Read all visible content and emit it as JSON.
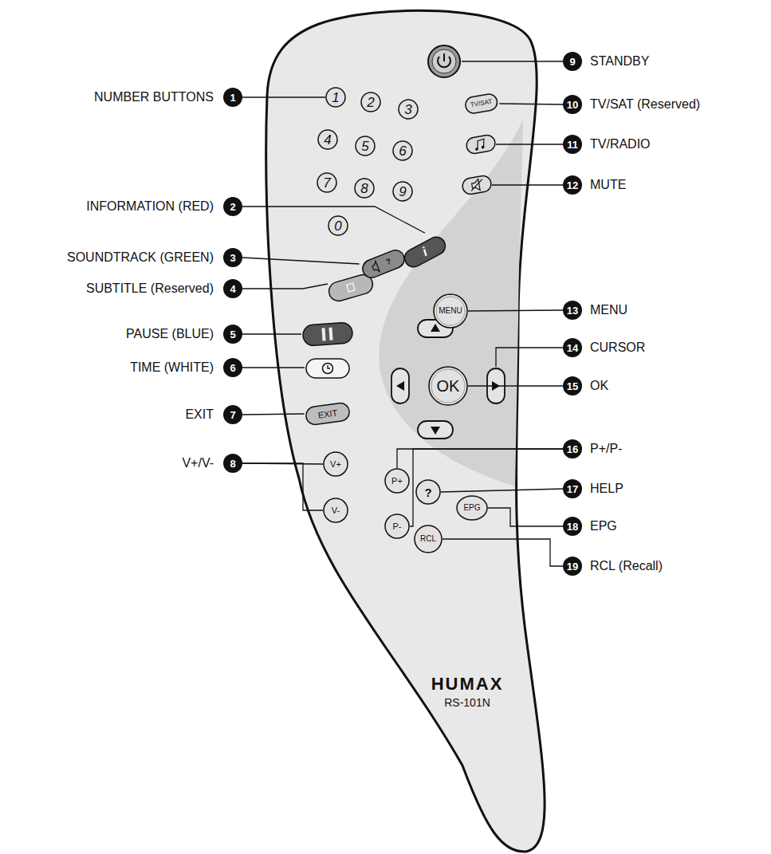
{
  "diagram": {
    "nodes": [
      {
        "text": [
          "1"
        ]
      },
      {
        "text": [
          "2"
        ]
      },
      {
        "text": [
          "3"
        ]
      },
      {
        "text": [
          "4"
        ]
      },
      {
        "text": [
          "5"
        ]
      },
      {
        "text": [
          "6"
        ]
      },
      {
        "text": [
          "7"
        ]
      },
      {
        "text": [
          "8"
        ]
      },
      {
        "text": [
          "9"
        ]
      },
      {
        "text": [
          "10"
        ]
      },
      {
        "text": [
          "11"
        ]
      },
      {
        "text": [
          "12"
        ]
      },
      {
        "text": [
          "13"
        ]
      },
      {
        "text": [
          "14"
        ]
      },
      {
        "text": [
          "15"
        ]
      },
      {
        "text": [
          "16"
        ]
      },
      {
        "text": [
          "17"
        ]
      },
      {
        "text": [
          "18"
        ]
      },
      {
        "text": [
          "19"
        ]
      },
      {
        "text": [
          "1"
        ]
      },
      {
        "text": [
          "2"
        ]
      },
      {
        "text": [
          "3"
        ]
      },
      {
        "text": [
          "4"
        ]
      },
      {
        "text": [
          "5"
        ]
      },
      {
        "text": [
          "6"
        ]
      },
      {
        "text": [
          "7"
        ]
      },
      {
        "text": [
          "8"
        ]
      },
      {
        "text": [
          "9"
        ]
      },
      {
        "text": [
          "0"
        ]
      },
      {
        "text": [
          "TV/SAT"
        ]
      },
      {
        "text": [
          "i"
        ]
      },
      {
        "text": [
          "?"
        ]
      },
      {
        "text": [
          "MENU"
        ]
      },
      {
        "text": [
          "OK"
        ]
      },
      {
        "text": [
          "EXIT"
        ]
      },
      {
        "text": [
          "V+"
        ]
      },
      {
        "text": [
          "V-"
        ]
      },
      {
        "text": [
          "P+"
        ]
      },
      {
        "text": [
          "P-"
        ]
      },
      {
        "text": [
          "?"
        ]
      },
      {
        "text": [
          "EPG"
        ]
      },
      {
        "text": [
          "RCL"
        ]
      }
    ],
    "edges": [
      {
        "from": 0,
        "to": 19,
        "arrow": "none"
      },
      {
        "from": 1,
        "to": 30,
        "arrow": "none"
      },
      {
        "from": 2,
        "to": 31,
        "arrow": "none"
      },
      {
        "from": 6,
        "to": 34,
        "arrow": "none"
      },
      {
        "from": 7,
        "to": 35,
        "arrow": "none"
      },
      {
        "from": 7,
        "to": 36,
        "arrow": "none"
      },
      {
        "from": 9,
        "to": 29,
        "arrow": "none"
      },
      {
        "from": 12,
        "to": 32,
        "arrow": "none"
      },
      {
        "from": 14,
        "to": 33,
        "arrow": "none"
      },
      {
        "from": 15,
        "to": 37,
        "arrow": "none"
      },
      {
        "from": 15,
        "to": 38,
        "arrow": "none"
      },
      {
        "from": 16,
        "to": 39,
        "arrow": "none"
      },
      {
        "from": 17,
        "to": 40,
        "arrow": "none"
      },
      {
        "from": 18,
        "to": 41,
        "arrow": "none"
      }
    ],
    "labels": [
      "NUMBER BUTTONS",
      "INFORMATION (RED)",
      "SOUNDTRACK (GREEN)",
      "SUBTITLE (Reserved)",
      "PAUSE (BLUE)",
      "TIME (WHITE)",
      "EXIT",
      "V+/V-",
      "STANDBY",
      "TV/SAT (Reserved)",
      "TV/RADIO",
      "MUTE",
      "MENU",
      "CURSOR",
      "OK",
      "P+/P-",
      "HELP",
      "EPG",
      "RCL (Recall)",
      "HUMAX",
      "RS-101N"
    ]
  }
}
